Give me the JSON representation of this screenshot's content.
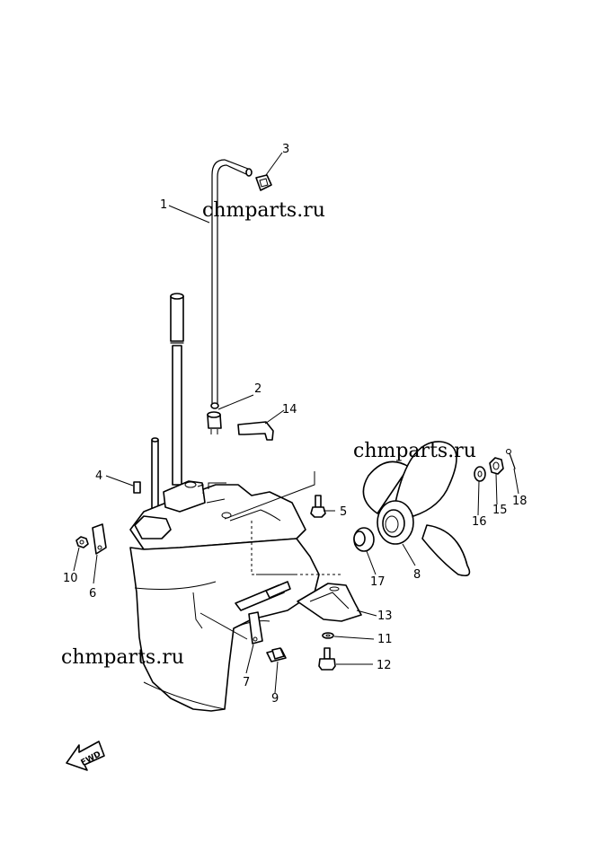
{
  "watermarks": [
    "chmparts.ru",
    "chmparts.ru",
    "chmparts.ru"
  ],
  "callouts": [
    "1",
    "2",
    "3",
    "4",
    "5",
    "6",
    "7",
    "8",
    "9",
    "10",
    "11",
    "12",
    "13",
    "14",
    "15",
    "16",
    "17",
    "18"
  ],
  "fwd_label": "FWD"
}
